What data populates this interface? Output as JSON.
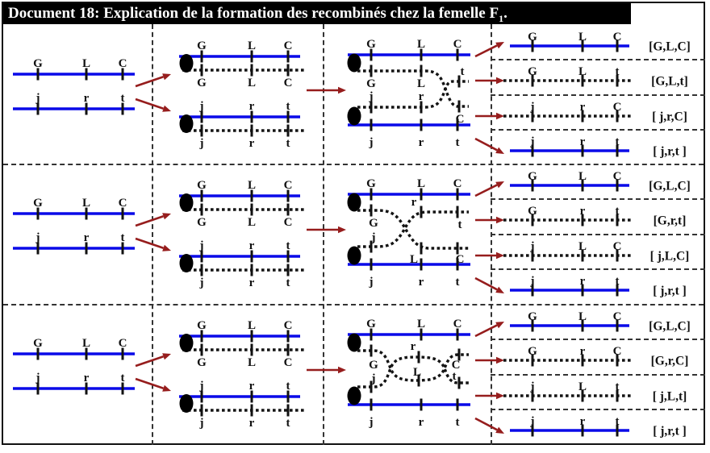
{
  "title": {
    "text": "Document 18: Explication de la formation des recombinés chez la femelle F",
    "sub": "1",
    "suffix": "."
  },
  "colors": {
    "chromosome_blue": "#0a0ae8",
    "arrow_red": "#961d1d",
    "ink": "#141414",
    "title_bg": "#000000",
    "title_fg": "#ffffff"
  },
  "rows": [
    {
      "name": "single-crossover-between-L-and-C",
      "parents": {
        "chrom1": [
          "G",
          "L",
          "C"
        ],
        "chrom2": [
          "j",
          "r",
          "t"
        ]
      },
      "duplicated": {
        "pair1_above": [
          "G",
          "L",
          "C"
        ],
        "pair1_below": [
          "G",
          "L",
          "C"
        ],
        "pair2_above": [
          "j",
          "r",
          "t"
        ],
        "pair2_below": [
          "j",
          "r",
          "t"
        ]
      },
      "crossover": {
        "type": "single_right",
        "above_blue": [
          "G",
          "L",
          "C"
        ],
        "below_blue": [
          "j",
          "r",
          "t"
        ],
        "labels": {
          "upper_left": [
            "G",
            "L"
          ],
          "lower_left": [
            "j",
            "r"
          ],
          "swap_upper": "t",
          "swap_lower": "C"
        }
      },
      "gametes": [
        {
          "style": "solid",
          "alleles": [
            "G",
            "L",
            "C"
          ],
          "label": "[G,L,C]"
        },
        {
          "style": "dotted",
          "alleles": [
            "G",
            "L",
            "t"
          ],
          "label": "[G,L,t]"
        },
        {
          "style": "dotted",
          "alleles": [
            "j",
            "r",
            "C"
          ],
          "label": "[ j,r,C]"
        },
        {
          "style": "solid",
          "alleles": [
            "j",
            "r",
            "t"
          ],
          "label": "[ j,r,t ]"
        }
      ]
    },
    {
      "name": "single-crossover-between-G-and-L",
      "parents": {
        "chrom1": [
          "G",
          "L",
          "C"
        ],
        "chrom2": [
          "j",
          "r",
          "t"
        ]
      },
      "duplicated": {
        "pair1_above": [
          "G",
          "L",
          "C"
        ],
        "pair1_below": [
          "G",
          "L",
          "C"
        ],
        "pair2_above": [
          "j",
          "r",
          "t"
        ],
        "pair2_below": [
          "j",
          "r",
          "t"
        ]
      },
      "crossover": {
        "type": "single_left",
        "above_blue": [
          "G",
          "L",
          "C"
        ],
        "below_blue": [
          "j",
          "r",
          "t"
        ],
        "labels": {
          "left_upper": "G",
          "left_lower": "j",
          "upper_mid": "r",
          "upper_right": "t",
          "lower_mid": "L",
          "lower_right": "C"
        }
      },
      "gametes": [
        {
          "style": "solid",
          "alleles": [
            "G",
            "L",
            "C"
          ],
          "label": "[G,L,C]"
        },
        {
          "style": "dotted",
          "alleles": [
            "G",
            "r",
            "t"
          ],
          "label": "[G,r,t]"
        },
        {
          "style": "dotted",
          "alleles": [
            "j",
            "L",
            "C"
          ],
          "label": "[ j,L,C]"
        },
        {
          "style": "solid",
          "alleles": [
            "j",
            "r",
            "t"
          ],
          "label": "[ j,r,t ]"
        }
      ]
    },
    {
      "name": "double-crossover",
      "parents": {
        "chrom1": [
          "G",
          "L",
          "C"
        ],
        "chrom2": [
          "j",
          "r",
          "t"
        ]
      },
      "duplicated": {
        "pair1_above": [
          "G",
          "L",
          "C"
        ],
        "pair1_below": [
          "G",
          "L",
          "C"
        ],
        "pair2_above": [
          "j",
          "r",
          "t"
        ],
        "pair2_below": [
          "j",
          "r",
          "t"
        ]
      },
      "crossover": {
        "type": "double",
        "above_blue": [
          "G",
          "L",
          "C"
        ],
        "below_blue": [
          "j",
          "r",
          "t"
        ],
        "labels": {
          "left_upper": "G",
          "left_lower": "j",
          "loop_top": "r",
          "loop_bottom": "L",
          "tail_upper": "C",
          "tail_lower": "t"
        }
      },
      "gametes": [
        {
          "style": "solid",
          "alleles": [
            "G",
            "L",
            "C"
          ],
          "label": "[G,L,C]"
        },
        {
          "style": "dotted",
          "alleles": [
            "G",
            "r",
            "C"
          ],
          "label": "[G,r,C]"
        },
        {
          "style": "dotted",
          "alleles": [
            "j",
            "L",
            "t"
          ],
          "label": "[ j,L,t]"
        },
        {
          "style": "solid",
          "alleles": [
            "j",
            "r",
            "t"
          ],
          "label": "[ j,r,t ]"
        }
      ]
    }
  ]
}
